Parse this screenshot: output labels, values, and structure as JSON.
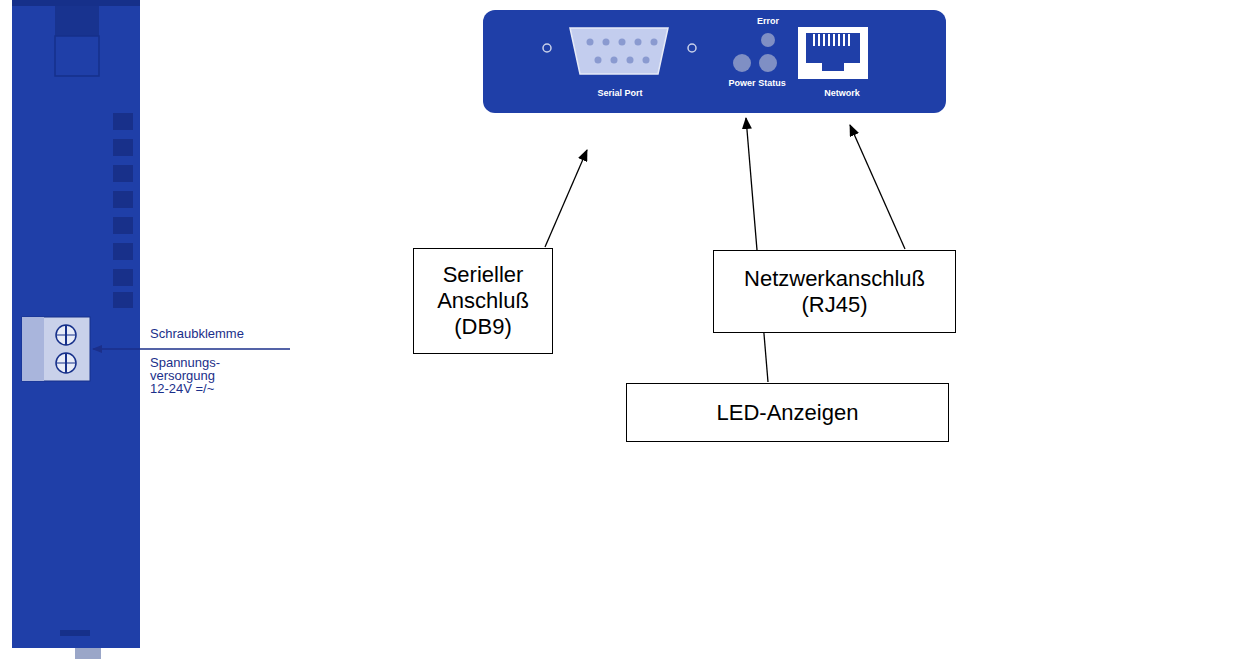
{
  "diagram": {
    "nodes": [
      {
        "text": [
          "Serieller Anschluß (DB9)"
        ]
      },
      {
        "text": [
          "Netzwerkanschluß (RJ45)"
        ]
      },
      {
        "text": [
          "LED-Anzeigen"
        ]
      }
    ],
    "labels": [
      "Schraubklemme",
      "Spannungs- versorgung 12-24V =/~",
      "Error",
      "Serial Port",
      "Power",
      "Status",
      "Network"
    ]
  }
}
